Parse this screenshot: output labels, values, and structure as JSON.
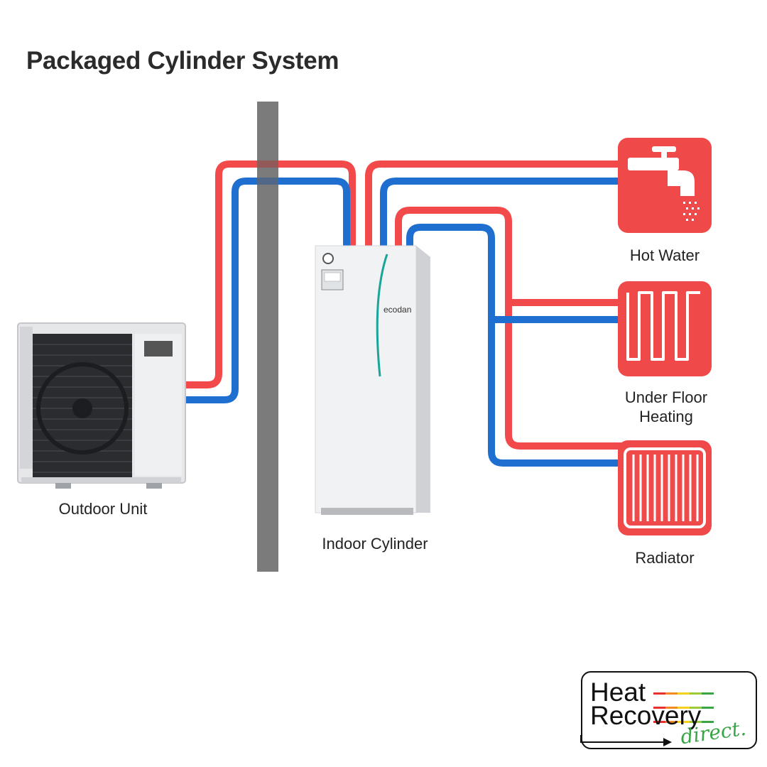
{
  "title": "Packaged Cylinder System",
  "components": {
    "outdoor_unit": {
      "label": "Outdoor Unit"
    },
    "indoor_cylinder": {
      "label": "Indoor Cylinder",
      "brand": "ecodan"
    },
    "hot_water": {
      "label": "Hot Water"
    },
    "under_floor_heating": {
      "label_line1": "Under Floor",
      "label_line2": "Heating"
    },
    "radiator": {
      "label": "Radiator"
    }
  },
  "colors": {
    "flow_pipe": "#f24a4a",
    "return_pipe": "#1f6fd1",
    "wall": "#7b7b7b",
    "icon_bg": "#f0494a"
  },
  "logo": {
    "line1": "Heat",
    "line2": "Recovery",
    "sub": "direct."
  }
}
